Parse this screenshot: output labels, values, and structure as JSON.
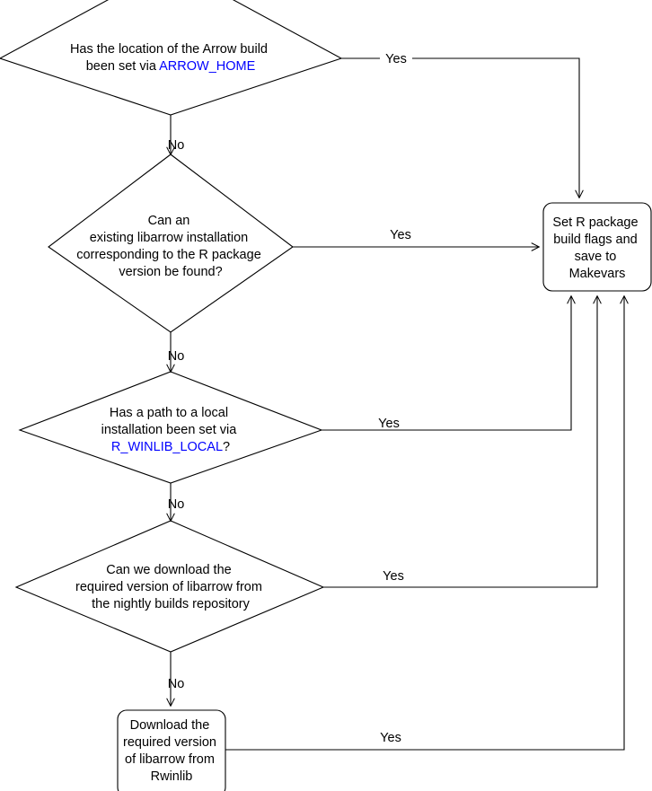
{
  "diagram": {
    "title": "Arrow R package libarrow build decision flowchart",
    "colors": {
      "stroke": "#000000",
      "background": "#ffffff",
      "env_var_text": "#0000ff"
    },
    "nodes": [
      {
        "id": "q-arrow-home",
        "shape": "decision",
        "lines": [
          {
            "text": "Has the location of the Arrow build"
          },
          {
            "text": "been set via ",
            "env": "ARROW_HOME"
          }
        ]
      },
      {
        "id": "q-existing-libarrow",
        "shape": "decision",
        "lines": [
          {
            "text": "Can an"
          },
          {
            "text": "existing libarrow installation"
          },
          {
            "text": "corresponding to the R package"
          },
          {
            "text": "version be found?"
          }
        ]
      },
      {
        "id": "q-r-winlib-local",
        "shape": "decision",
        "lines": [
          {
            "text": "Has a path to a local"
          },
          {
            "text": "installation been set via"
          },
          {
            "text": "",
            "env": "R_WINLIB_LOCAL",
            "suffix": "?"
          }
        ]
      },
      {
        "id": "q-nightly-builds",
        "shape": "decision",
        "lines": [
          {
            "text": "Can we download the"
          },
          {
            "text": "required version of libarrow from"
          },
          {
            "text": "the nightly builds repository"
          }
        ]
      },
      {
        "id": "a-download-rwinlib",
        "shape": "process",
        "lines": [
          {
            "text": "Download the"
          },
          {
            "text": "required version"
          },
          {
            "text": "of libarrow from"
          },
          {
            "text": "Rwinlib"
          }
        ]
      },
      {
        "id": "a-set-build-flags",
        "shape": "process",
        "lines": [
          {
            "text": "Set R package"
          },
          {
            "text": "build flags and"
          },
          {
            "text": "save to"
          },
          {
            "text": "Makevars"
          }
        ]
      }
    ],
    "edges": [
      {
        "id": "e-arrow-home-yes",
        "label": "Yes",
        "from": "q-arrow-home",
        "to": "a-set-build-flags"
      },
      {
        "id": "e-arrow-home-no",
        "label": "No",
        "from": "q-arrow-home",
        "to": "q-existing-libarrow"
      },
      {
        "id": "e-existing-yes",
        "label": "Yes",
        "from": "q-existing-libarrow",
        "to": "a-set-build-flags"
      },
      {
        "id": "e-existing-no",
        "label": "No",
        "from": "q-existing-libarrow",
        "to": "q-r-winlib-local"
      },
      {
        "id": "e-winlib-yes",
        "label": "Yes",
        "from": "q-r-winlib-local",
        "to": "a-set-build-flags"
      },
      {
        "id": "e-winlib-no",
        "label": "No",
        "from": "q-r-winlib-local",
        "to": "q-nightly-builds"
      },
      {
        "id": "e-nightly-yes",
        "label": "Yes",
        "from": "q-nightly-builds",
        "to": "a-set-build-flags"
      },
      {
        "id": "e-nightly-no",
        "label": "No",
        "from": "q-nightly-builds",
        "to": "a-download-rwinlib"
      },
      {
        "id": "e-rwinlib-yes",
        "label": "Yes",
        "from": "a-download-rwinlib",
        "to": "a-set-build-flags"
      }
    ]
  }
}
